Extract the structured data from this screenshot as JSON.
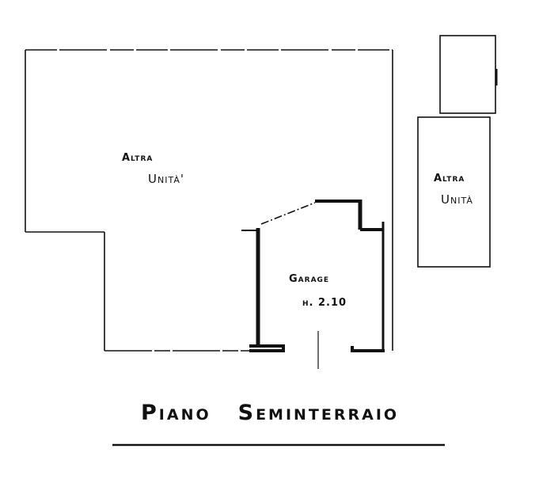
{
  "drawing": {
    "type": "floor-plan",
    "title": {
      "word1": "Piano",
      "word2": "Seminterraio"
    },
    "rooms": [
      {
        "id": "altra-unita-main",
        "line1": "Altra",
        "line2": "Unità'"
      },
      {
        "id": "garage",
        "line1": "Garage",
        "line2": "h. 2.10"
      },
      {
        "id": "altra-unita-right",
        "line1": "Altra",
        "line2": "Unità"
      }
    ],
    "colors": {
      "line": "#111111",
      "background": "#ffffff"
    }
  }
}
